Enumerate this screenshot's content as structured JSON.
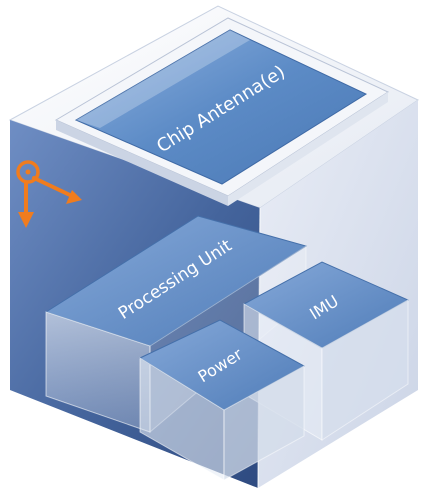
{
  "labels": {
    "chip_antenna": "Chip Antenna(e)",
    "processing_unit": "Processing Unit",
    "imu": "IMU",
    "power": "Power"
  },
  "colors": {
    "axis_arrow": "#f07c1e",
    "module_top": "#5f8fc9",
    "cube_left_face": "#3f5f96",
    "cube_right_face": "#dde4f1"
  },
  "icons": [
    "coordinate-axes-icon"
  ]
}
